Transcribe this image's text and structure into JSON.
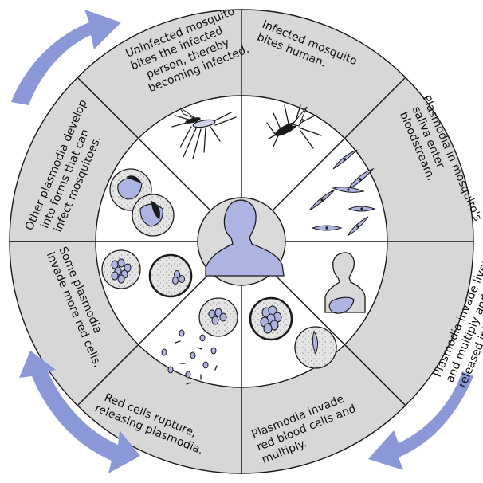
{
  "stages": [
    {
      "id": "uninfected-mosquito",
      "lines": [
        "Uninfected mosquito",
        "bites the infected",
        "person, thereby",
        "becoming infected."
      ]
    },
    {
      "id": "infected-mosquito",
      "lines": [
        "Infected mosquito",
        "bites human."
      ]
    },
    {
      "id": "saliva",
      "lines": [
        "Plasmodia in mosquito's",
        "saliva enter",
        "bloodstream."
      ]
    },
    {
      "id": "liver",
      "lines": [
        "Plasmodia invade liver",
        "and multiply and are then",
        "released into bloodstream"
      ]
    },
    {
      "id": "red-cells-invade",
      "lines": [
        "Plasmodia invade",
        "red blood cells and",
        "multiply."
      ]
    },
    {
      "id": "rupture",
      "lines": [
        "Red cells rupture,",
        "releasing plasmodia."
      ]
    },
    {
      "id": "more-red-cells",
      "lines": [
        "Some plasmodia",
        "invade more red cells."
      ]
    },
    {
      "id": "develop-forms",
      "lines": [
        "Other plasmodia develop",
        "into forms that can",
        "infect mosquitoes."
      ]
    }
  ],
  "colors": {
    "ring_fill": "#d7d7d8",
    "arrow": "#8b98d8",
    "parasite": "#aeb4e2",
    "outline": "#1a1a1a"
  },
  "icons": [
    "mosquito-icon",
    "human-silhouette-icon",
    "liver-icon",
    "blood-cell-icon",
    "parasite-icon"
  ]
}
